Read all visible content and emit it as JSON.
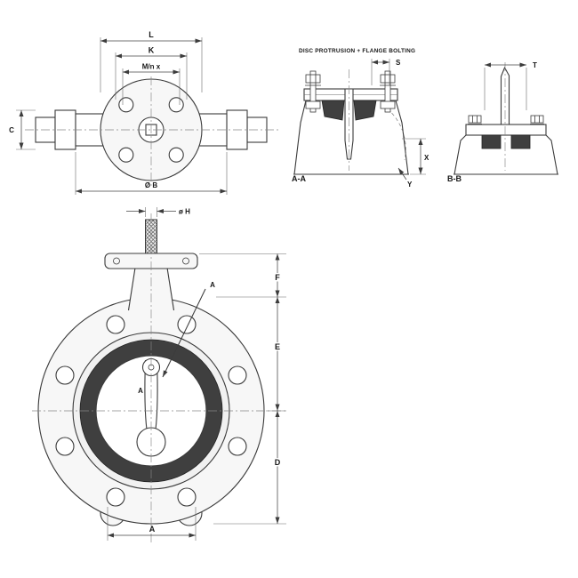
{
  "drawing": {
    "top_view": {
      "dim_L": "L",
      "dim_K": "K",
      "dim_Mn": "M/n x",
      "dim_C": "C",
      "dim_B": "Ø B"
    },
    "section_aa": {
      "heading": "DISC PROTRUSION + FLANGE BOLTING",
      "label": "A-A",
      "dim_S": "S",
      "dim_X": "X",
      "dim_Y": "Y"
    },
    "section_bb": {
      "label": "B-B",
      "dim_T": "T"
    },
    "front_view": {
      "dim_H": "ø H",
      "dim_F": "F",
      "dim_E": "E",
      "dim_D": "D",
      "dim_A": "A",
      "cut_letter": "A"
    },
    "colors": {
      "line": "#3b3b3b",
      "seat_dark": "#3f3f3f",
      "body_light": "#f7f7f7"
    }
  }
}
